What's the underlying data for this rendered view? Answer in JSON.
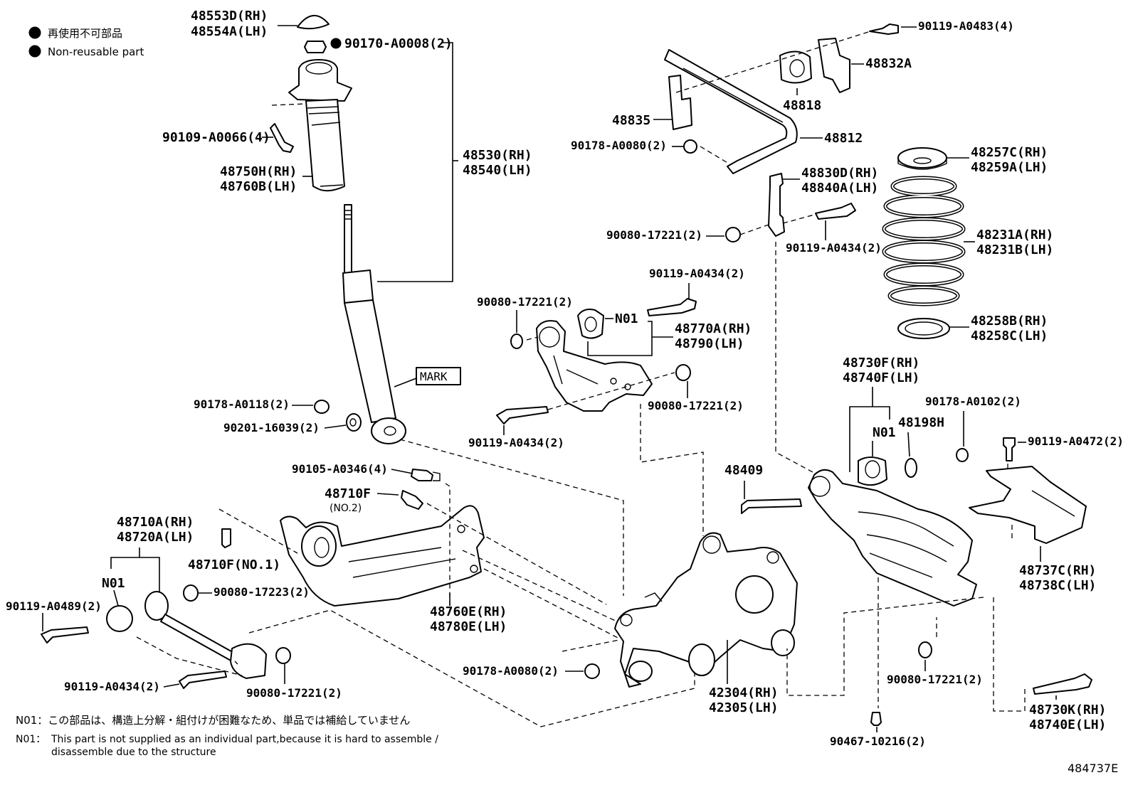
{
  "legend": {
    "ja": "再使用不可部品",
    "en": "Non-reusable part"
  },
  "labels": {
    "l48553": [
      "48553D(RH)",
      "48554A(LH)"
    ],
    "l90170": "90170-A0008(2)",
    "l90109": "90109-A0066(4)",
    "l48750": [
      "48750H(RH)",
      "48760B(LH)"
    ],
    "l48530": [
      "48530(RH)",
      "48540(LH)"
    ],
    "mark": "MARK",
    "l90178_0118": "90178-A0118(2)",
    "l90201": "90201-16039(2)",
    "l90105": "90105-A0346(4)",
    "l48710F2": [
      "48710F",
      "(NO.2)"
    ],
    "l48710A": [
      "48710A(RH)",
      "48720A(LH)"
    ],
    "l48710F1": "48710F(NO.1)",
    "n01_left": "N01",
    "l90119_0489": "90119-A0489(2)",
    "l90080_17223": "90080-17223(2)",
    "l90119_0434_bl": "90119-A0434(2)",
    "l90080_17221_bl": "90080-17221(2)",
    "l48760E": [
      "48760E(RH)",
      "48780E(LH)"
    ],
    "l90178_0080_b": "90178-A0080(2)",
    "l42304": [
      "42304(RH)",
      "42305(LH)"
    ],
    "l90119_0483": "90119-A0483(4)",
    "l48832A": "48832A",
    "l48818": "48818",
    "l48835": "48835",
    "l48812": "48812",
    "l90178_0080_t": "90178-A0080(2)",
    "l48830D": [
      "48830D(RH)",
      "48840A(LH)"
    ],
    "l90080_17221_m": "90080-17221(2)",
    "l90119_0434_m": "90119-A0434(2)",
    "l90119_0434_c": "90119-A0434(2)",
    "l90080_17221_c": "90080-17221(2)",
    "n01_mid": "N01",
    "l48770A": [
      "48770A(RH)",
      "48790(LH)"
    ],
    "l90080_17221_c2": "90080-17221(2)",
    "l90119_0434_c2": "90119-A0434(2)",
    "l48257C": [
      "48257C(RH)",
      "48259A(LH)"
    ],
    "l48231A": [
      "48231A(RH)",
      "48231B(LH)"
    ],
    "l48258B": [
      "48258B(RH)",
      "48258C(LH)"
    ],
    "l48730F": [
      "48730F(RH)",
      "48740F(LH)"
    ],
    "n01_right": "N01",
    "l48198H": "48198H",
    "l90178_0102": "90178-A0102(2)",
    "l90119_0472": "90119-A0472(2)",
    "l48409": "48409",
    "l48737C": [
      "48737C(RH)",
      "48738C(LH)"
    ],
    "l90080_17221_r": "90080-17221(2)",
    "l48730K": [
      "48730K(RH)",
      "48740E(LH)"
    ],
    "l90467": "90467-10216(2)"
  },
  "notes": {
    "ja": "N01：この部品は、構造上分解・組付けが困難なため、単品では補給していません",
    "en_prefix": "N01：",
    "en_line1": "This part is not supplied as an individual part,because it is hard to assemble /",
    "en_line2": "disassemble due to the structure"
  },
  "figure_id": "484737E"
}
